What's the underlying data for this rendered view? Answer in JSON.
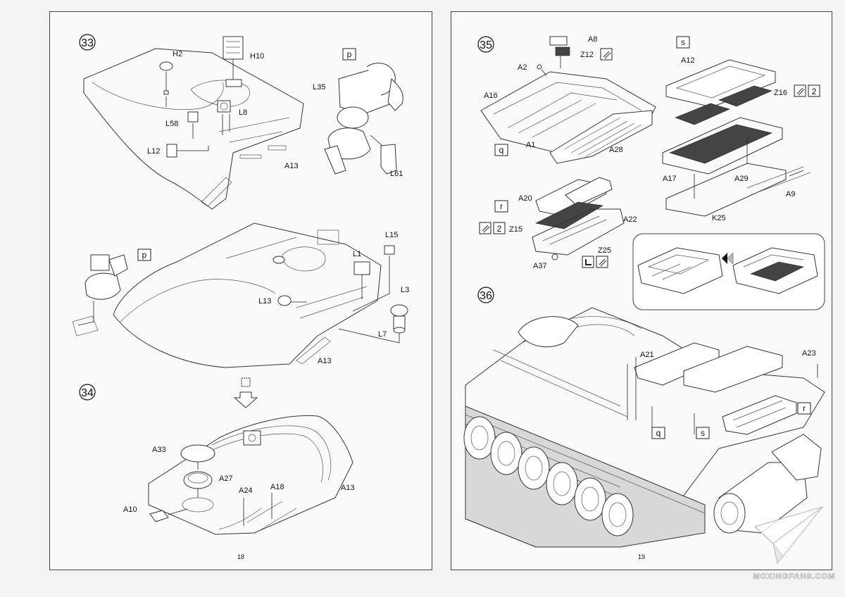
{
  "left_page": {
    "page_number": "18",
    "step33": {
      "number": "33",
      "callout_p_top": "p",
      "callout_p_mid": "p",
      "labels": {
        "h2": "H2",
        "h10": "H10",
        "l35": "L35",
        "l8": "L8",
        "l58": "L58",
        "l12": "L12",
        "a13_top": "A13",
        "l61": "L61",
        "l15": "L15",
        "l1": "L1",
        "l13": "L13",
        "l3": "L3",
        "l7": "L7",
        "a13_mid": "A13"
      }
    },
    "step34": {
      "number": "34",
      "labels": {
        "a33": "A33",
        "a27": "A27",
        "a24": "A24",
        "a18": "A18",
        "a13": "A13",
        "a10": "A10"
      }
    }
  },
  "right_page": {
    "page_number": "19",
    "step35": {
      "number": "35",
      "callouts": {
        "q": "q",
        "r": "r",
        "s": "s"
      },
      "labels": {
        "a8": "A8",
        "a2": "A2",
        "z12": "Z12",
        "a16": "A16",
        "a1": "A1",
        "a28": "A28",
        "a12": "A12",
        "z16": "Z16",
        "a17": "A17",
        "a29": "A29",
        "a9": "A9",
        "k25": "K25",
        "a20": "A20",
        "a22": "A22",
        "z15": "Z15",
        "z25": "Z25",
        "a37": "A37"
      },
      "quantity_badges": {
        "z16": "2",
        "z15": "2"
      },
      "icons": [
        "tweezers-icon",
        "angle-icon"
      ]
    },
    "step36": {
      "number": "36",
      "callouts": {
        "q": "q",
        "s": "s",
        "r": "r"
      },
      "labels": {
        "a21": "A21",
        "a23": "A23"
      }
    }
  },
  "watermark": {
    "text": "MOXINGFANS.COM"
  }
}
